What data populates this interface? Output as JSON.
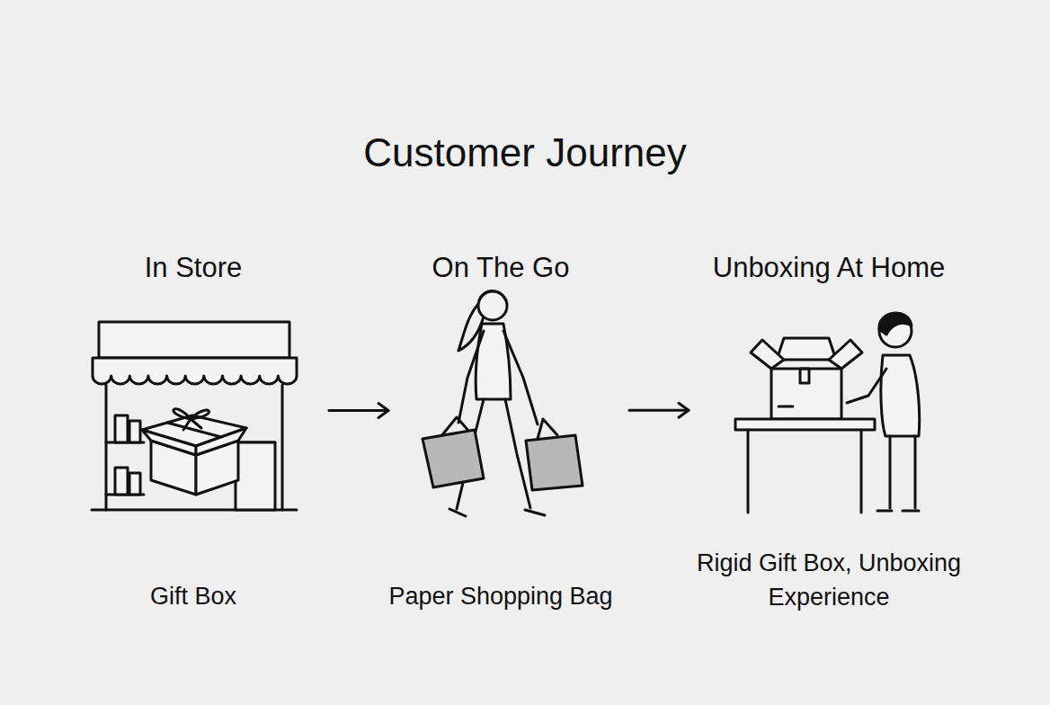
{
  "diagram": {
    "title": "Customer Journey",
    "nodes": [
      {
        "text": [
          "In Store",
          "Gift Box"
        ]
      },
      {
        "text": [
          "On The Go",
          "Paper Shopping Bag"
        ]
      },
      {
        "text": [
          "Unboxing At Home",
          "Rigid Gift Box, Unboxing Experience"
        ]
      }
    ],
    "edges": [
      {
        "from": 0,
        "to": 1,
        "arrow": "to"
      },
      {
        "from": 1,
        "to": 2,
        "arrow": "to"
      }
    ]
  }
}
